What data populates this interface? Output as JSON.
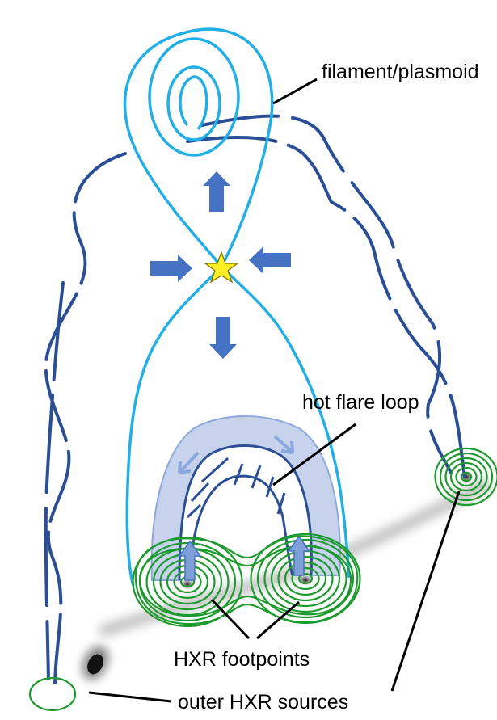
{
  "labels": {
    "filament": "filament/plasmoid",
    "hot_loop": "hot flare loop",
    "footpoints": "HXR footpoints",
    "outer_sources": "outer HXR sources"
  },
  "colors": {
    "separatrix": "#22aee6",
    "field_line": "#2b4f96",
    "arrow": "#4672c4",
    "hot_loop_fill": "#c7d3ec",
    "hot_loop_edge": "#8ea8dc",
    "contour": "#1d9a2e",
    "star": "#ffee22",
    "label_text": "#000000"
  },
  "icons": {
    "reconnection_point": "star-icon",
    "inflow": "arrow-icon",
    "outflow": "arrow-icon"
  }
}
